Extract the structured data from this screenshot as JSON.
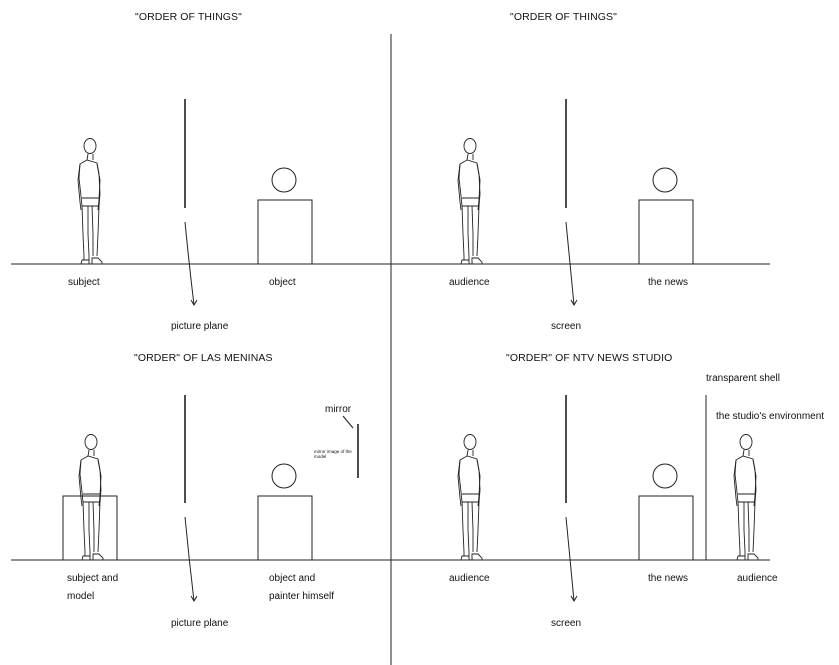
{
  "panels": {
    "top_left": {
      "title": "\"ORDER OF THINGS\"",
      "labels": {
        "left": "subject",
        "right": "object",
        "plane": "picture plane"
      }
    },
    "top_right": {
      "title": "\"ORDER OF THINGS\"",
      "labels": {
        "left": "audience",
        "right": "the news",
        "plane": "screen"
      }
    },
    "bottom_left": {
      "title": "\"ORDER\" OF LAS MENINAS",
      "labels": {
        "left_line1": "subject and",
        "left_line2": "model",
        "right_line1": "object and",
        "right_line2": "painter himself",
        "plane": "picture plane",
        "mirror": "mirror",
        "mirror_image": "mirror image of the model"
      }
    },
    "bottom_right": {
      "title": "\"ORDER\" OF NTV NEWS STUDIO",
      "labels": {
        "left": "audience",
        "right": "the news",
        "far_right": "audience",
        "plane": "screen",
        "shell": "transparent shell",
        "environment": "the studio's environment"
      }
    }
  },
  "colors": {
    "line": "#222222",
    "text": "#111111",
    "background": "#ffffff"
  }
}
